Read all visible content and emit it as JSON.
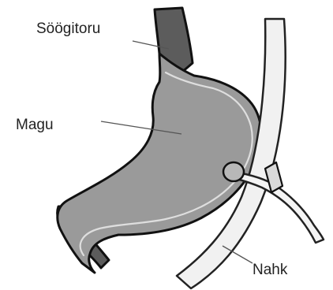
{
  "labels": {
    "esophagus": "Söögitoru",
    "stomach": "Magu",
    "skin": "Nahk"
  },
  "colors": {
    "esophagus_fill": "#5c5c5c",
    "stomach_fill": "#9a9a9a",
    "stomach_inner_line": "#dedede",
    "outline": "#111111",
    "skin_fill": "#f1f1f1",
    "tube_fill": "#f4f4f4",
    "leader_line": "#555555"
  }
}
